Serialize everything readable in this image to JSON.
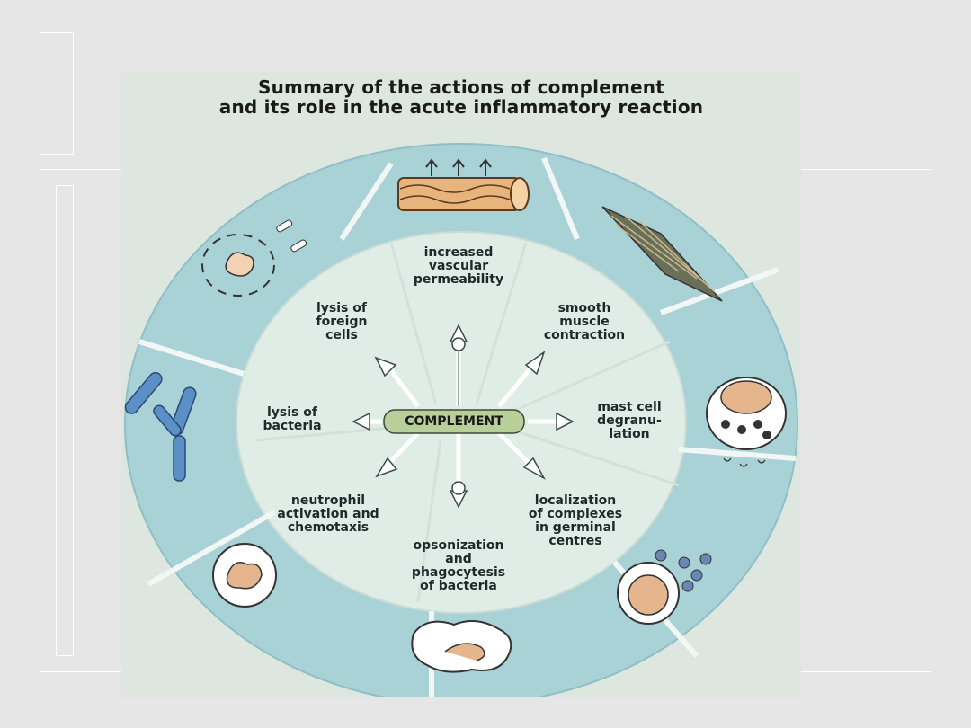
{
  "title": {
    "line1": "Summary of the actions of complement",
    "line2": "and its role in the acute inflammatory reaction"
  },
  "center_label": "COMPLEMENT",
  "actions": {
    "vascular": [
      "increased",
      "vascular",
      "permeability"
    ],
    "smooth_muscle": [
      "smooth",
      "muscle",
      "contraction"
    ],
    "mast_cell": [
      "mast cell",
      "degranu-",
      "lation"
    ],
    "localization": [
      "localization",
      "of complexes",
      "in germinal",
      "centres"
    ],
    "opsonization": [
      "opsonization",
      "and",
      "phagocytesis",
      "of bacteria"
    ],
    "neutrophil": [
      "neutrophil",
      "activation and",
      "chemotaxis"
    ],
    "lysis_bacteria": [
      "lysis of",
      "bacteria"
    ],
    "lysis_foreign": [
      "lysis of",
      "foreign",
      "cells"
    ]
  },
  "icons": [
    "blood-vessel-icon",
    "smooth-muscle-icon",
    "mast-cell-icon",
    "lymphocyte-complex-icon",
    "phagocytosed-bacteria-icon",
    "neutrophil-icon",
    "bacteria-icon",
    "lysed-cell-icon"
  ],
  "colors": {
    "outer_ring": "#a9d2d7",
    "inner_disc": "#e0ece6",
    "center_box": "#b9cf9a",
    "background": "#e6e6e6"
  }
}
